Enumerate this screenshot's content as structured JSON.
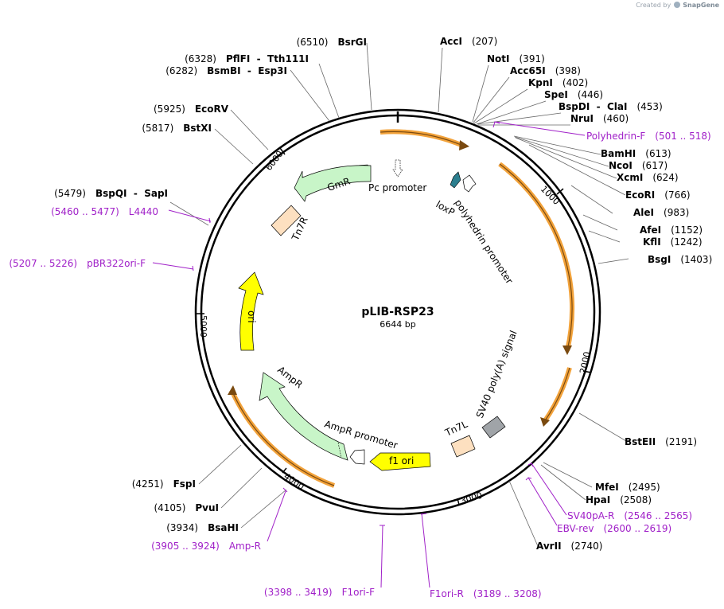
{
  "credit": {
    "prefix": "Created by",
    "brand": "SnapGene"
  },
  "plasmid": {
    "name": "pLIB-RSP23",
    "size_label": "6644 bp",
    "length": 6644
  },
  "ticks": [
    "1000",
    "2000",
    "3000",
    "4000",
    "5000",
    "6000"
  ],
  "sites": [
    {
      "name": "AccI",
      "pos": "(207)"
    },
    {
      "name": "NotI",
      "pos": "(391)"
    },
    {
      "name": "Acc65I",
      "pos": "(398)"
    },
    {
      "name": "KpnI",
      "pos": "(402)"
    },
    {
      "name": "SpeI",
      "pos": "(446)"
    },
    {
      "name": "BspDI  -  ClaI",
      "pos": "(453)"
    },
    {
      "name": "NruI",
      "pos": "(460)"
    },
    {
      "name": "BamHI",
      "pos": "(613)"
    },
    {
      "name": "NcoI",
      "pos": "(617)"
    },
    {
      "name": "XcmI",
      "pos": "(624)"
    },
    {
      "name": "EcoRI",
      "pos": "(766)"
    },
    {
      "name": "AleI",
      "pos": "(983)"
    },
    {
      "name": "AfeI",
      "pos": "(1152)"
    },
    {
      "name": "KflI",
      "pos": "(1242)"
    },
    {
      "name": "BsgI",
      "pos": "(1403)"
    },
    {
      "name": "BstEII",
      "pos": "(2191)"
    },
    {
      "name": "MfeI",
      "pos": "(2495)"
    },
    {
      "name": "HpaI",
      "pos": "(2508)"
    },
    {
      "name": "AvrII",
      "pos": "(2740)"
    },
    {
      "name": "BsaHI",
      "pos": "(3934)"
    },
    {
      "name": "PvuI",
      "pos": "(4105)"
    },
    {
      "name": "FspI",
      "pos": "(4251)"
    },
    {
      "name": "BspQI  -  SapI",
      "pos": "(5479)"
    },
    {
      "name": "BstXI",
      "pos": "(5817)"
    },
    {
      "name": "EcoRV",
      "pos": "(5925)"
    },
    {
      "name": "BsmBI  -  Esp3I",
      "pos": "(6282)"
    },
    {
      "name": "PflFI  -  Tth111I",
      "pos": "(6328)"
    },
    {
      "name": "BsrGI",
      "pos": "(6510)"
    }
  ],
  "primers": [
    {
      "name": "Polyhedrin-F",
      "range": "(501 .. 518)"
    },
    {
      "name": "SV40pA-R",
      "range": "(2546 .. 2565)"
    },
    {
      "name": "EBV-rev",
      "range": "(2600 .. 2619)"
    },
    {
      "name": "F1ori-R",
      "range": "(3189 .. 3208)"
    },
    {
      "name": "F1ori-F",
      "range": "(3398 .. 3419)"
    },
    {
      "name": "Amp-R",
      "range": "(3905 .. 3924)"
    },
    {
      "name": "pBR322ori-F",
      "range": "(5207 .. 5226)"
    },
    {
      "name": "L4440",
      "range": "(5460 .. 5477)"
    }
  ],
  "features": {
    "gmr": "GmR",
    "pc_promoter": "Pc promoter",
    "loxp": "loxP",
    "polyhedrin_promoter": "polyhedrin promoter",
    "tn7r": "Tn7R",
    "ori": "ori",
    "ampr": "AmpR",
    "ampr_promoter": "AmpR promoter",
    "f1_ori": "f1 ori",
    "tn7l": "Tn7L",
    "sv40": "SV40 poly(A) signal"
  },
  "colors": {
    "backbone": "#000000",
    "orf_orange": "#f2a23a",
    "gmr_green": "#3a9d1a",
    "ampr_green": "#c8f5c8",
    "ori_yellow": "#ffff00",
    "tn7_peach": "#fde0c0",
    "sv40_gray": "#a0a4a8",
    "loxp_teal": "#2c7f8f",
    "primer_purple": "#a020c8"
  }
}
